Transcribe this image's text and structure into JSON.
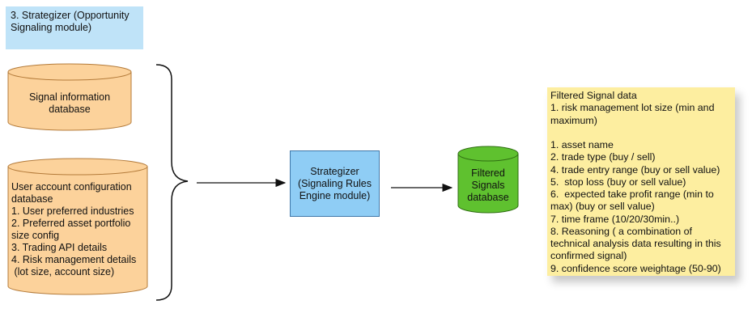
{
  "title": "3. Strategizer (Opportunity Signaling module)",
  "signal_db": {
    "label_lines": [
      "Signal information",
      "database"
    ]
  },
  "user_db": {
    "lines": [
      "User account  configuration",
      "database",
      "1. User preferred industries",
      "2. Preferred asset portfolio",
      "size config",
      "3. Trading API details",
      "4. Risk management details",
      " (lot size, account size)"
    ]
  },
  "strategizer": {
    "label_lines": [
      "Strategizer",
      "(Signaling Rules",
      "Engine module)"
    ]
  },
  "filtered_db": {
    "label_lines": [
      "Filtered",
      "Signals",
      "database"
    ]
  },
  "note": {
    "lines": [
      "Filtered Signal data",
      "1. risk management lot size (min and",
      "maximum)",
      "",
      "1. asset name",
      "2. trade type (buy / sell)",
      "4. trade entry range (buy or sell value)",
      "5.  stop loss (buy or sell value)",
      "6.  expected take profit range (min to",
      "max) (buy or sell value)",
      "7. time frame (10/20/30min..)",
      "8. Reasoning ( a combination of",
      "technical analysis data resulting in this",
      "confirmed signal)",
      "9. confidence score weightage (50-90)"
    ]
  },
  "colors": {
    "cylinder_orange": "#fcd29b",
    "cylinder_orange_stroke": "#b47b3a",
    "cylinder_green": "#5fc12f",
    "cylinder_green_stroke": "#2f6e12",
    "strategizer_fill": "#8fcdf5",
    "note_fill": "#fdeea0",
    "title_fill": "#bfe3f8"
  }
}
